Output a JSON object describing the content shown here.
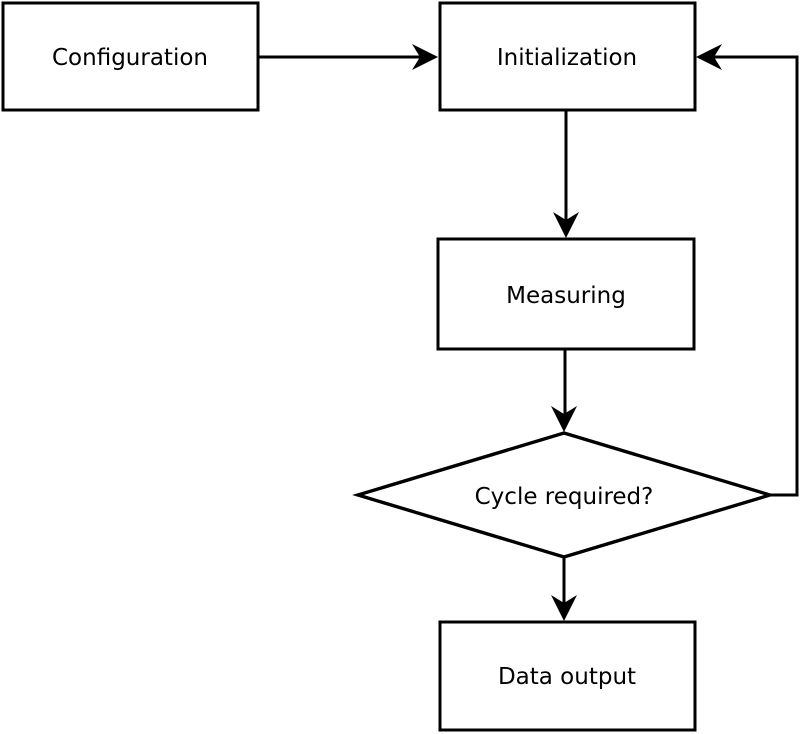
{
  "diagram": {
    "type": "flowchart",
    "background_color": "#ffffff",
    "line_color": "#000000",
    "node_fill_color": "#ffffff",
    "text_color": "#000000",
    "nodes": {
      "configuration": {
        "label": "Configuration",
        "shape": "rectangle"
      },
      "initialization": {
        "label": "Initialization",
        "shape": "rectangle"
      },
      "measuring": {
        "label": "Measuring",
        "shape": "rectangle"
      },
      "cycle_required": {
        "label": "Cycle required?",
        "shape": "diamond"
      },
      "data_output": {
        "label": "Data output",
        "shape": "rectangle"
      }
    },
    "edges": [
      {
        "from": "Configuration",
        "to": "Initialization",
        "kind": "forward"
      },
      {
        "from": "Initialization",
        "to": "Measuring",
        "kind": "forward"
      },
      {
        "from": "Measuring",
        "to": "Cycle required?",
        "kind": "forward"
      },
      {
        "from": "Cycle required?",
        "to": "Data output",
        "kind": "forward"
      },
      {
        "from": "Cycle required?",
        "to": "Initialization",
        "kind": "loop-back"
      }
    ]
  }
}
